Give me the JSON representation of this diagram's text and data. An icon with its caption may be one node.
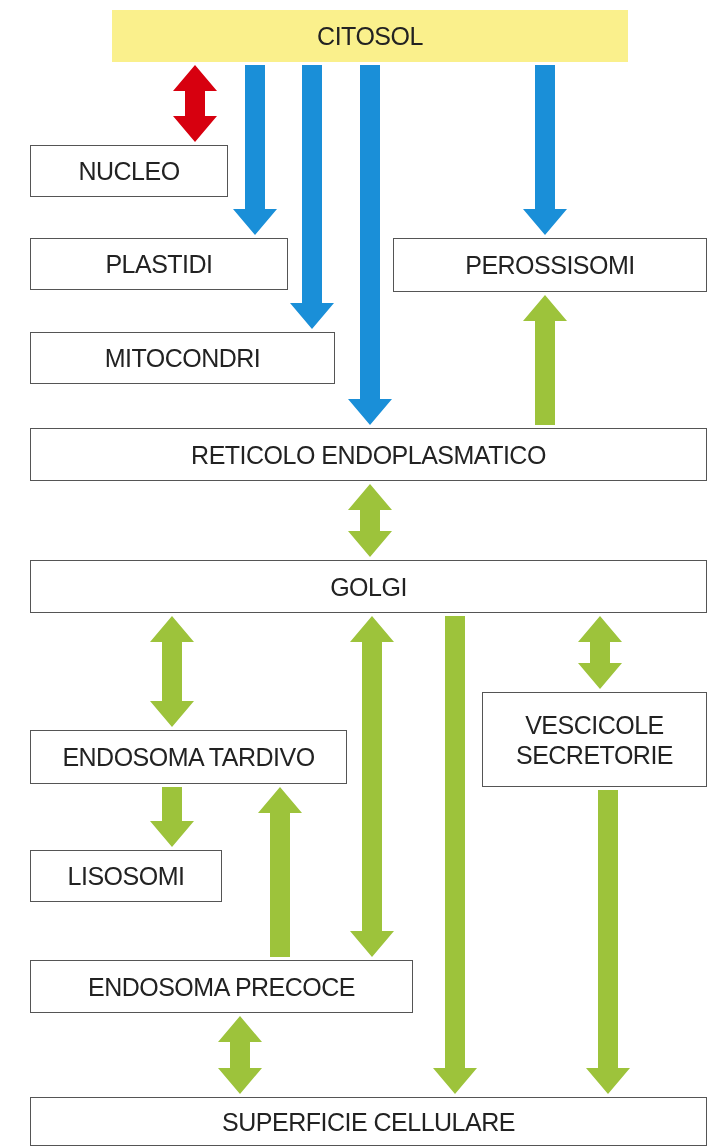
{
  "diagram": {
    "nodes": [
      {
        "text": [
          "CITOSOL"
        ]
      },
      {
        "text": [
          "NUCLEO"
        ]
      },
      {
        "text": [
          "PLASTIDI"
        ]
      },
      {
        "text": [
          "PEROSSISOMI"
        ]
      },
      {
        "text": [
          "MITOCONDRI"
        ]
      },
      {
        "text": [
          "RETICOLO ENDOPLASMATICO"
        ]
      },
      {
        "text": [
          "GOLGI"
        ]
      },
      {
        "text": [
          "ENDOSOMA TARDIVO"
        ]
      },
      {
        "text": [
          "VESCICOLE SECRETORIE"
        ]
      },
      {
        "text": [
          "LISOSOMI"
        ]
      },
      {
        "text": [
          "ENDOSOMA PRECOCE"
        ]
      },
      {
        "text": [
          "SUPERFICIE CELLULARE"
        ]
      }
    ],
    "edges": [
      {
        "from": 0,
        "to": 1,
        "arrow": "both",
        "color": "#d7000f"
      },
      {
        "from": 0,
        "to": 2,
        "arrow": "to",
        "color": "#1a8fd8"
      },
      {
        "from": 0,
        "to": 4,
        "arrow": "to",
        "color": "#1a8fd8"
      },
      {
        "from": 0,
        "to": 5,
        "arrow": "to",
        "color": "#1a8fd8"
      },
      {
        "from": 0,
        "to": 3,
        "arrow": "to",
        "color": "#1a8fd8"
      },
      {
        "from": 5,
        "to": 3,
        "arrow": "to"
      },
      {
        "from": 5,
        "to": 6,
        "arrow": "both"
      },
      {
        "from": 6,
        "to": 7,
        "arrow": "both"
      },
      {
        "from": 6,
        "to": 10,
        "arrow": "both"
      },
      {
        "from": 6,
        "to": 11,
        "arrow": "to"
      },
      {
        "from": 6,
        "to": 8,
        "arrow": "both"
      },
      {
        "from": 7,
        "to": 9,
        "arrow": "to"
      },
      {
        "from": 10,
        "to": 7,
        "arrow": "to"
      },
      {
        "from": 10,
        "to": 11,
        "arrow": "both"
      },
      {
        "from": 8,
        "to": 11,
        "arrow": "to"
      }
    ]
  }
}
